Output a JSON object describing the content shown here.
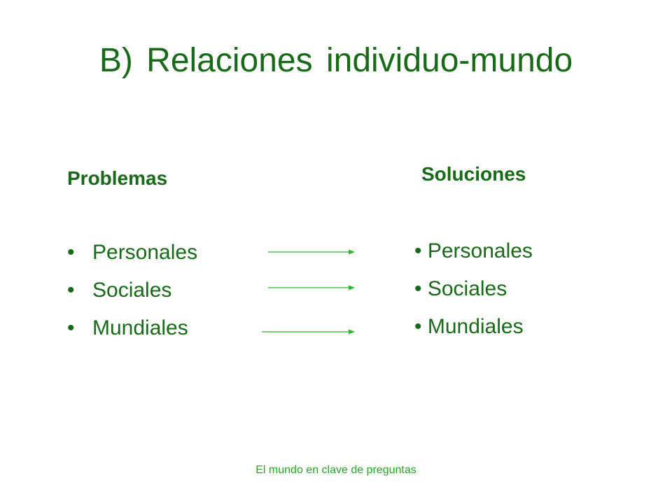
{
  "title": "B) Relaciones individuo-mundo",
  "problems": {
    "heading": "Problemas",
    "items": [
      "Personales",
      "Sociales",
      "Mundiales"
    ]
  },
  "solutions": {
    "heading": "Soluciones",
    "items": [
      "Personales",
      "Sociales",
      "Mundiales"
    ]
  },
  "footer": "El mundo en clave de preguntas",
  "colors": {
    "text": "#176b17",
    "arrow": "#2eb82e",
    "footer": "#22aa22"
  }
}
